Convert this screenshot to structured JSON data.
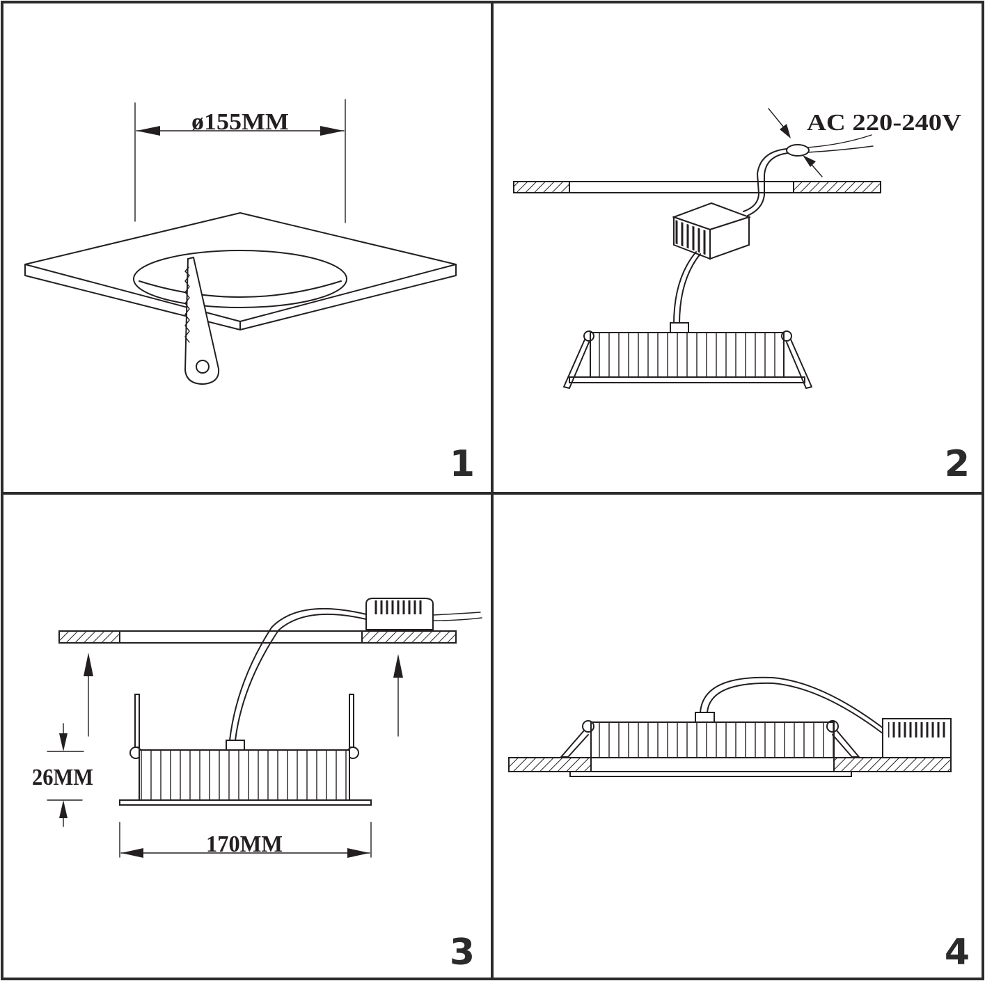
{
  "panels": [
    {
      "number": "1",
      "dimension_label": "ø155MM"
    },
    {
      "number": "2",
      "supply_label": "AC 220-240V"
    },
    {
      "number": "3",
      "height_label": "26MM",
      "width_label": "170MM"
    },
    {
      "number": "4"
    }
  ],
  "colors": {
    "line": "#231f20",
    "frame": "#2b2b2b",
    "background": "#ffffff"
  }
}
